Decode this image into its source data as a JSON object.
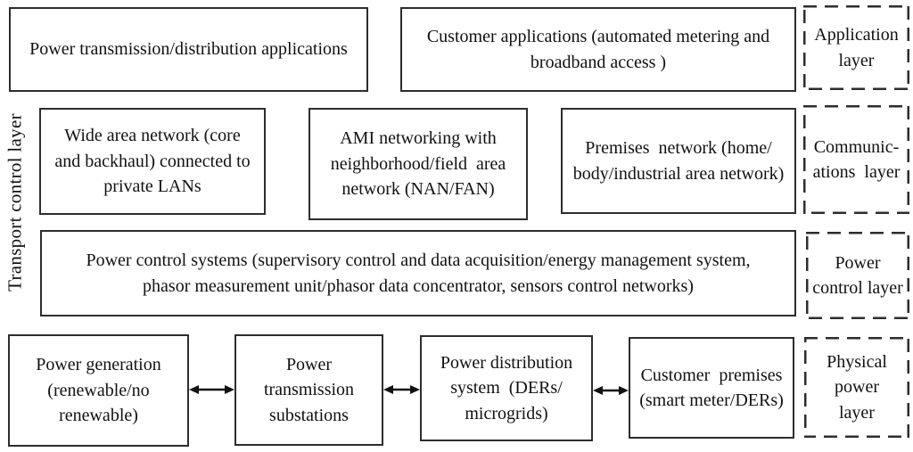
{
  "side_label": "Transport control layer",
  "app_layer": {
    "label": "Application\nlayer",
    "box1": "Power transmission/distribution applications",
    "box2": "Customer applications (automated metering and\nbroadband access )"
  },
  "comm_layer": {
    "label": "Communic-\nations  layer",
    "box1": "Wide area network (core\nand backhaul) connected to\nprivate LANs",
    "box2": "AMI networking with\nneighborhood/field  area\nnetwork (NAN/FAN)",
    "box3": "Premises  network (home/\nbody/industrial area network)"
  },
  "power_control_layer": {
    "label": "Power\ncontrol layer",
    "box1": "Power control systems (supervisory control and data acquisition/energy management system,\nphasor measurement unit/phasor data concentrator, sensors control networks)"
  },
  "physical_layer": {
    "label": "Physical\npower\nlayer",
    "box1": "Power generation\n(renewable/no\nrenewable)",
    "box2": "Power\ntransmission\nsubstations",
    "box3": "Power distribution\nsystem  (DERs/\nmicrogrids)",
    "box4": "Customer  premises\n(smart meter/DERs)"
  },
  "colors": {
    "border": "#2d2d2d",
    "text": "#111111",
    "background": "#ffffff"
  }
}
